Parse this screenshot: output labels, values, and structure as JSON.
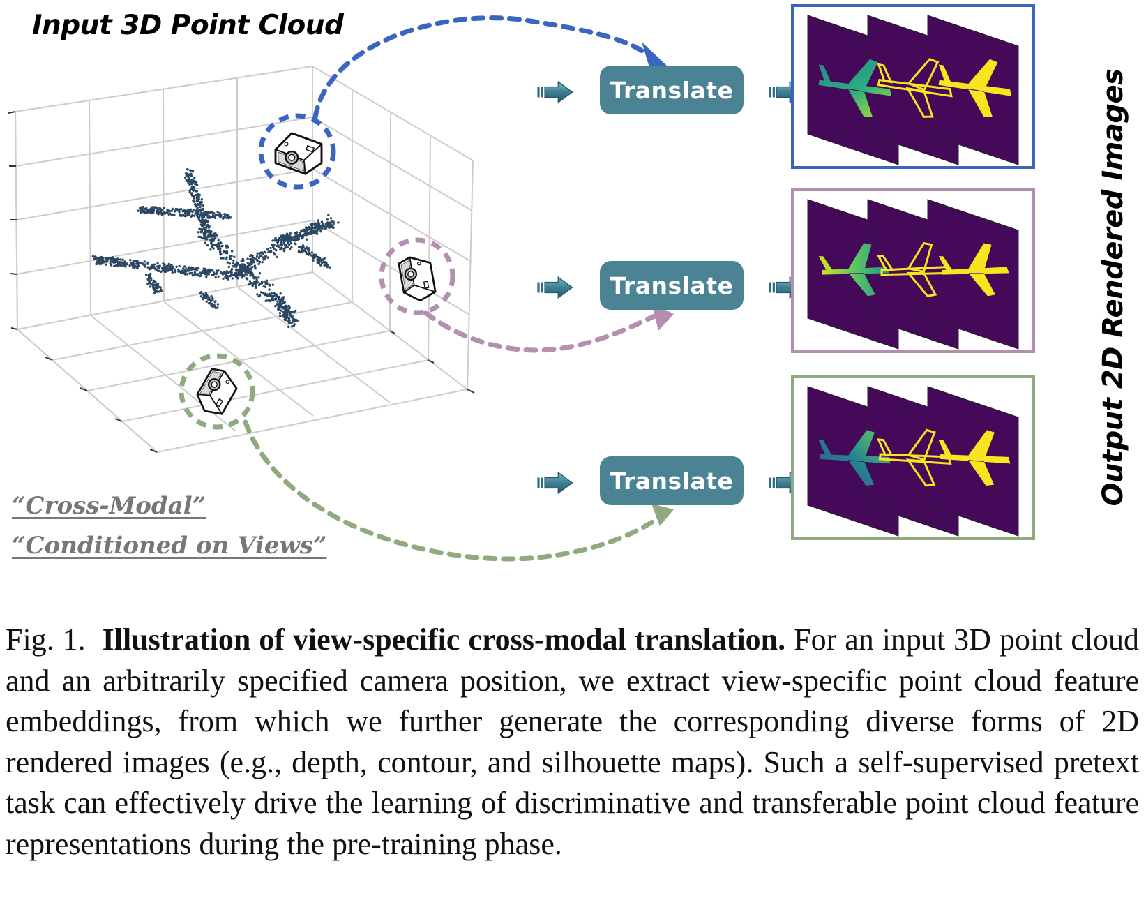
{
  "figure": {
    "title_left": "Input 3D Point Cloud",
    "title_right": "Output 2D Rendered Images",
    "tags": [
      "“Cross-Modal”",
      "“Conditioned on Views”"
    ],
    "buttons": [
      "Translate",
      "Translate",
      "Translate"
    ],
    "view_colors": [
      "#3a66c0",
      "#b48fb0",
      "#8eaa7e"
    ],
    "image_bg_color": "#45095a"
  },
  "caption": {
    "label": "Fig. 1.",
    "bold": "Illustration of view-specific cross-modal translation.",
    "body": "For an input 3D point cloud and an arbitrarily specified camera position, we extract view-specific point cloud feature embeddings, from which we further generate the corresponding diverse forms of 2D rendered images (e.g., depth, contour, and silhouette maps). Such a self-supervised pretext task can effectively drive the learning of discriminative and transferable point cloud feature representations during the pre-training phase."
  }
}
